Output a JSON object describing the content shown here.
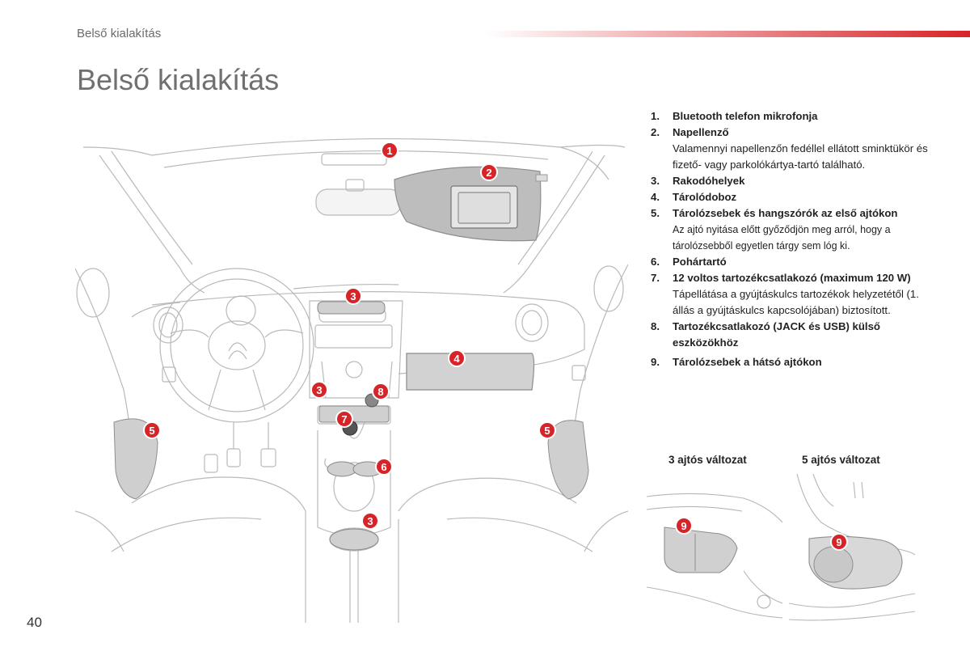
{
  "header": {
    "running_head": "Belső kialakítás",
    "accent_color": "#d62428"
  },
  "page_title": "Belső kialakítás",
  "page_number": "40",
  "legend": [
    {
      "num": "1.",
      "title": "Bluetooth telefon mikrofonja"
    },
    {
      "num": "2.",
      "title": "Napellenző",
      "body": "Valamennyi napellenzőn fedéllel ellátott sminktükör és fizető- vagy parkolókártya-tartó található."
    },
    {
      "num": "3.",
      "title": "Rakodóhelyek"
    },
    {
      "num": "4.",
      "title": "Tárolódoboz"
    },
    {
      "num": "5.",
      "title": "Tárolózsebek és hangszórók az első ajtókon",
      "body": "Az ajtó nyitása előtt győződjön meg arról, hogy a tárolózsebből egyetlen tárgy sem lóg ki."
    },
    {
      "num": "6.",
      "title": "Pohártartó"
    },
    {
      "num": "7.",
      "title": "12 voltos tartozékcsatlakozó (maximum 120 W)",
      "body": "Tápellátása a gyújtáskulcs tartozékok helyzetétől (1. állás a gyújtáskulcs kapcsolójában) biztosított."
    },
    {
      "num": "8.",
      "title": "Tartozékcsatlakozó (JACK és USB) külső eszközökhöz"
    },
    {
      "num": "9.",
      "title": "Tárolózsebek a hátsó ajtókon"
    }
  ],
  "variants": {
    "three_door": "3 ajtós változat",
    "five_door": "5 ajtós változat"
  },
  "markers": {
    "m1": "1",
    "m2": "2",
    "m3": "3",
    "m4": "4",
    "m5": "5",
    "m6": "6",
    "m7": "7",
    "m8": "8",
    "m9": "9"
  }
}
